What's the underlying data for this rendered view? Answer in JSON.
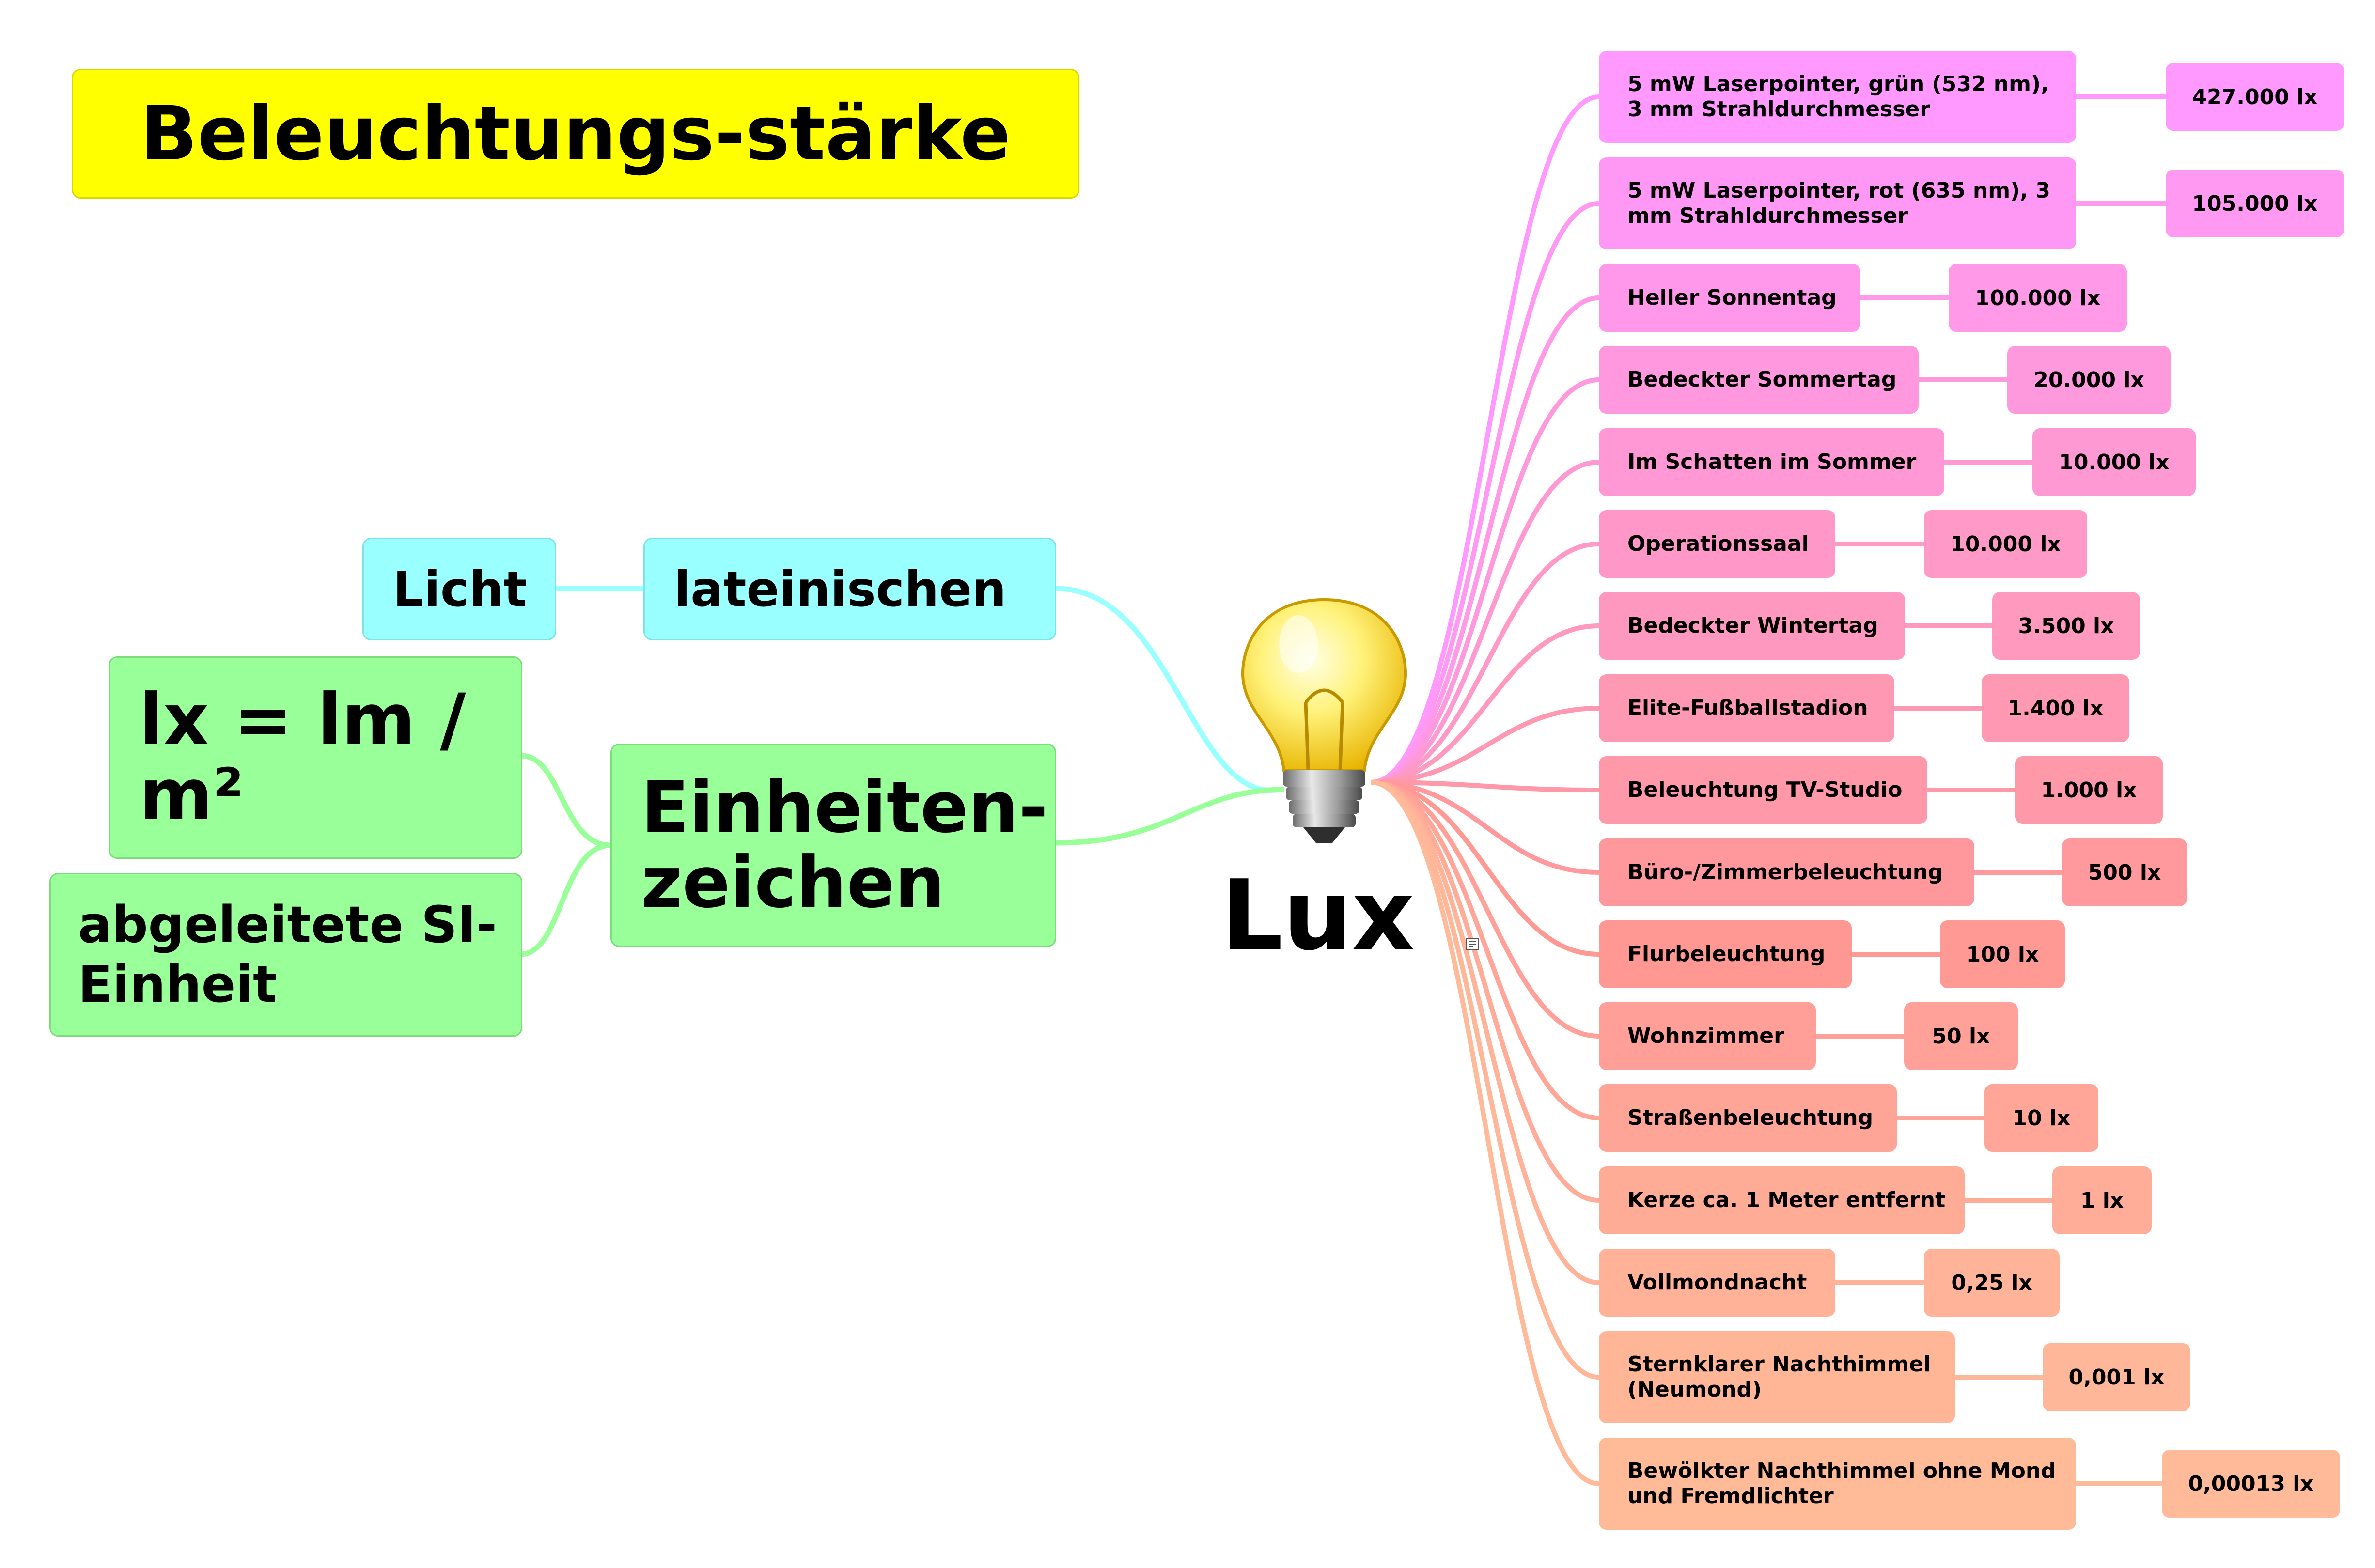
{
  "title": "Beleuchtungs-stärke",
  "hub": {
    "label": "Lux",
    "icon": "light-bulb-icon",
    "note_icon": "note-icon"
  },
  "left_branches": {
    "latin": {
      "label": "lateinischen",
      "child": "Licht",
      "color": "#99ffff"
    },
    "unit": {
      "label": "Einheiten-zeichen",
      "children": [
        "lx = lm / m²",
        "abgeleitete SI-Einheit"
      ],
      "color": "#99ff99"
    }
  },
  "examples": [
    {
      "label": "5 mW Laserpointer, grün (532 nm), 3 mm Strahldurchmesser",
      "value": "427.000 lx",
      "color": "#ff99ff"
    },
    {
      "label": "5 mW Laserpointer, rot (635 nm), 3 mm Strahldurchmesser",
      "value": "105.000 lx",
      "color": "#ff99f2"
    },
    {
      "label": "Heller Sonnentag",
      "value": "100.000 lx",
      "color": "#ff99e8"
    },
    {
      "label": "Bedeckter Sommertag",
      "value": "20.000 lx",
      "color": "#ff99dd"
    },
    {
      "label": "Im Schatten im Sommer",
      "value": "10.000 lx",
      "color": "#ff99d3"
    },
    {
      "label": "Operationssaal",
      "value": "10.000 lx",
      "color": "#ff99c8"
    },
    {
      "label": "Bedeckter Wintertag",
      "value": "3.500 lx",
      "color": "#ff99be"
    },
    {
      "label": "Elite-Fußballstadion",
      "value": "1.400 lx",
      "color": "#ff99b3"
    },
    {
      "label": "Beleuchtung TV-Studio",
      "value": "1.000 lx",
      "color": "#ff99a9"
    },
    {
      "label": "Büro-/Zimmerbeleuchtung",
      "value": "500 lx",
      "color": "#ff999e"
    },
    {
      "label": "Flurbeleuchtung",
      "value": "100 lx",
      "color": "#ff9994"
    },
    {
      "label": "Wohnzimmer",
      "value": "50 lx",
      "color": "#ffa099"
    },
    {
      "label": "Straßenbeleuchtung",
      "value": "10 lx",
      "color": "#ffa699"
    },
    {
      "label": "Kerze ca. 1 Meter entfernt",
      "value": "1 lx",
      "color": "#ffad99"
    },
    {
      "label": "Vollmondnacht",
      "value": "0,25 lx",
      "color": "#ffb399"
    },
    {
      "label": "Sternklarer Nachthimmel (Neumond)",
      "value": "0,001 lx",
      "color": "#ffb799"
    },
    {
      "label": "Bewölkter Nachthimmel ohne Mond und Fremdlichter",
      "value": "0,00013 lx",
      "color": "#ffbb99"
    }
  ]
}
